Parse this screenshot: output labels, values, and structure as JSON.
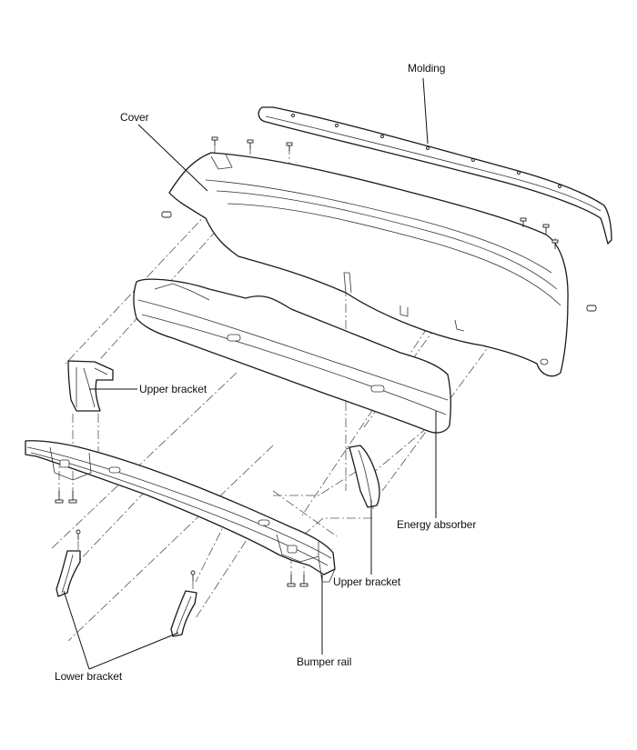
{
  "labels": {
    "molding": "Molding",
    "cover": "Cover",
    "upper_bracket_left": "Upper bracket",
    "energy_absorber": "Energy absorber",
    "upper_bracket_right": "Upper bracket",
    "bumper_rail": "Bumper rail",
    "lower_bracket": "Lower bracket"
  }
}
